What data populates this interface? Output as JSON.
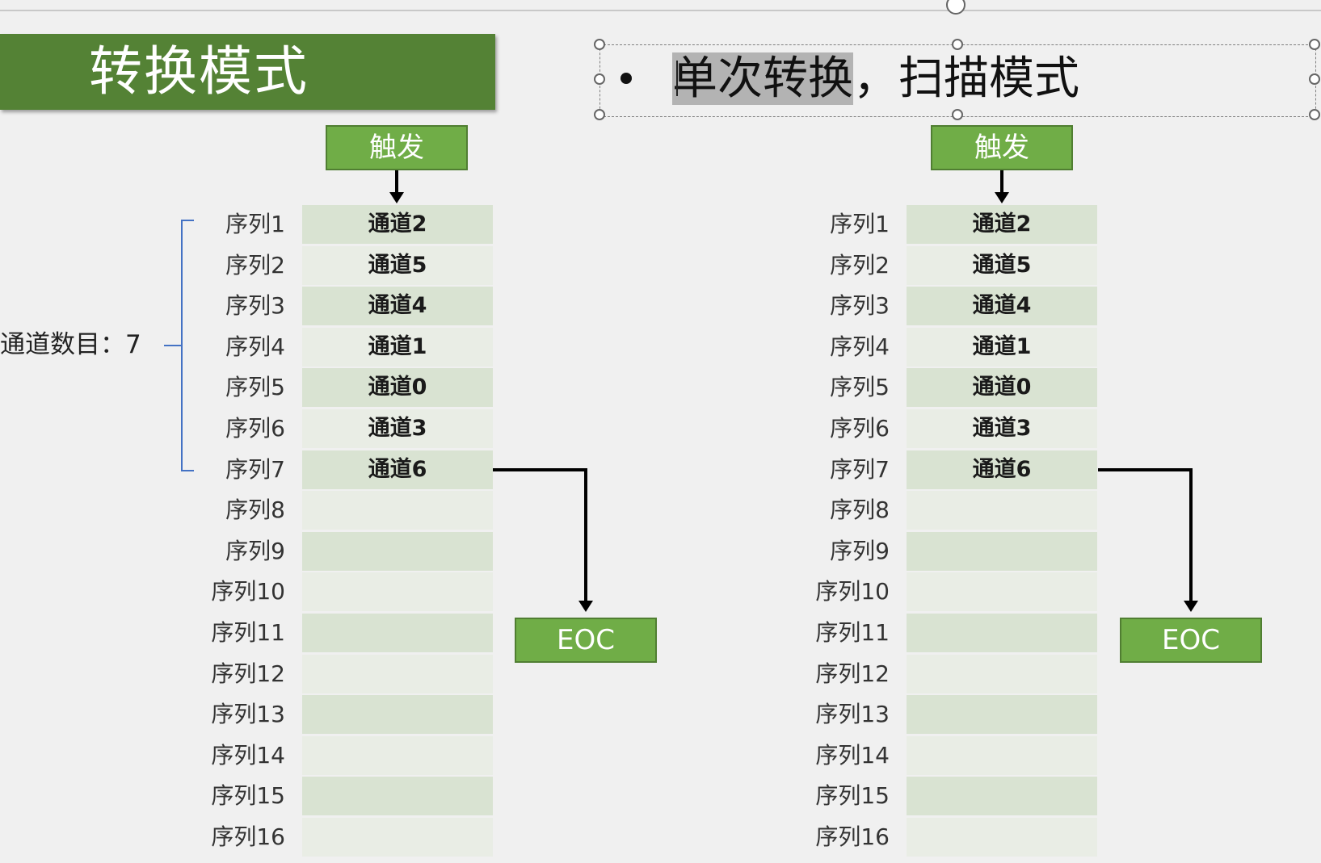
{
  "slide": {
    "title": "转换模式",
    "heading_bullet": "•",
    "heading_selected": "单次转换",
    "heading_rest": "，扫描模式"
  },
  "left_diagram": {
    "trigger": "触发",
    "eoc": "EOC",
    "channel_count_label": "通道数目：7",
    "rows": [
      {
        "seq": "序列1",
        "channel": "通道2"
      },
      {
        "seq": "序列2",
        "channel": "通道5"
      },
      {
        "seq": "序列3",
        "channel": "通道4"
      },
      {
        "seq": "序列4",
        "channel": "通道1"
      },
      {
        "seq": "序列5",
        "channel": "通道0"
      },
      {
        "seq": "序列6",
        "channel": "通道3"
      },
      {
        "seq": "序列7",
        "channel": "通道6"
      },
      {
        "seq": "序列8",
        "channel": ""
      },
      {
        "seq": "序列9",
        "channel": ""
      },
      {
        "seq": "序列10",
        "channel": ""
      },
      {
        "seq": "序列11",
        "channel": ""
      },
      {
        "seq": "序列12",
        "channel": ""
      },
      {
        "seq": "序列13",
        "channel": ""
      },
      {
        "seq": "序列14",
        "channel": ""
      },
      {
        "seq": "序列15",
        "channel": ""
      },
      {
        "seq": "序列16",
        "channel": ""
      }
    ]
  },
  "right_diagram": {
    "trigger": "触发",
    "eoc": "EOC",
    "rows": [
      {
        "seq": "序列1",
        "channel": "通道2"
      },
      {
        "seq": "序列2",
        "channel": "通道5"
      },
      {
        "seq": "序列3",
        "channel": "通道4"
      },
      {
        "seq": "序列4",
        "channel": "通道1"
      },
      {
        "seq": "序列5",
        "channel": "通道0"
      },
      {
        "seq": "序列6",
        "channel": "通道3"
      },
      {
        "seq": "序列7",
        "channel": "通道6"
      },
      {
        "seq": "序列8",
        "channel": ""
      },
      {
        "seq": "序列9",
        "channel": ""
      },
      {
        "seq": "序列10",
        "channel": ""
      },
      {
        "seq": "序列11",
        "channel": ""
      },
      {
        "seq": "序列12",
        "channel": ""
      },
      {
        "seq": "序列13",
        "channel": ""
      },
      {
        "seq": "序列14",
        "channel": ""
      },
      {
        "seq": "序列15",
        "channel": ""
      },
      {
        "seq": "序列16",
        "channel": ""
      }
    ]
  },
  "colors": {
    "title_bg": "#548235",
    "box_green": "#70ad47",
    "row_dark": "#d9e3d2",
    "row_light": "#e9ede5",
    "brace_blue": "#4472c4",
    "background": "#f0f0f0"
  }
}
